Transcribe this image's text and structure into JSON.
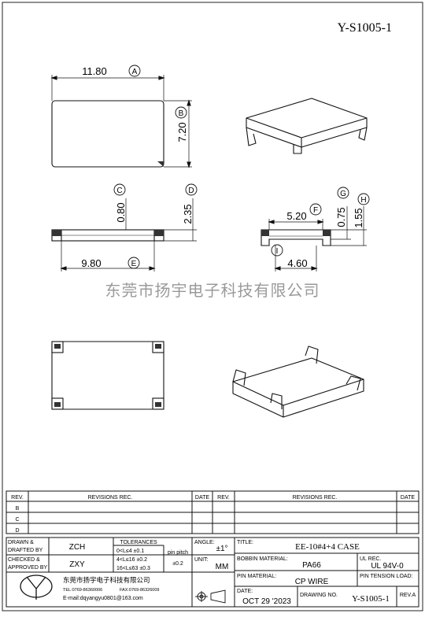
{
  "doc_number_top": "Y-S1005-1",
  "watermark": "东莞市扬宇电子科技有限公司",
  "dims": {
    "length_top": "11.80",
    "width_side": "7.20",
    "c_val": "0.80",
    "d_val": "2.35",
    "e_val": "9.80",
    "f_val": "5.20",
    "g_val": "0.75",
    "h_val": "1.55",
    "i_val": "4.60"
  },
  "markers": {
    "A": "A",
    "B": "B",
    "C": "C",
    "D": "D",
    "E": "E",
    "F": "F",
    "G": "G",
    "H": "H",
    "I": "I"
  },
  "revisions": {
    "col_rev": "REV.",
    "col_revisions": "REVISIONS  REC.",
    "col_date": "DATE",
    "rows": [
      "B",
      "C",
      "D"
    ]
  },
  "title_block": {
    "drawn_by_label": "DRAWN &\nDRAFTED BY",
    "drawn_by_label_1": "DRAWN &",
    "drawn_by_label_2": "DRAFTED BY",
    "drawn_by": "ZCH",
    "checked_label_1": "CHECKED &",
    "checked_label_2": "APPROVED BY",
    "checked_by": "ZXY",
    "tolerances_label": "TOLERANCES",
    "tol_1": "0<L≤4   ±0.1",
    "tol_2": "4<L≤16  ±0.2",
    "tol_3": "16<L≤63 ±0.3",
    "pin_pitch_label": "pin pitch",
    "pin_pitch": "±0.2",
    "angle_label": "ANGLE:",
    "angle": "±1°",
    "unit_label": "UNIT:",
    "unit": "MM",
    "title_label": "TITLE:",
    "title": "EE-10#4+4 CASE",
    "bobbin_material_label": "BOBBIN MATERIAL:",
    "bobbin_material": "PA66",
    "ul_rec_label": "UL REC.",
    "ul_rec": "UL 94V-0",
    "pin_material_label": "PIN MATERIAL:",
    "pin_material": "CP WIRE",
    "pin_tension_label": "PIN TENSION LOAD:",
    "date_label": "DATE:",
    "date": "OCT 29 '2023",
    "drawing_no_label": "DRAWING NO.",
    "drawing_no": "Y-S1005-1",
    "rev_a_label": "REV.A",
    "company": "东莞市扬宇电子科技有限公司",
    "tel": "TEL:0769-86360006",
    "fax": "FAX:0769-86326009",
    "email": "E-mail:dqyangyu0801@163.com"
  }
}
